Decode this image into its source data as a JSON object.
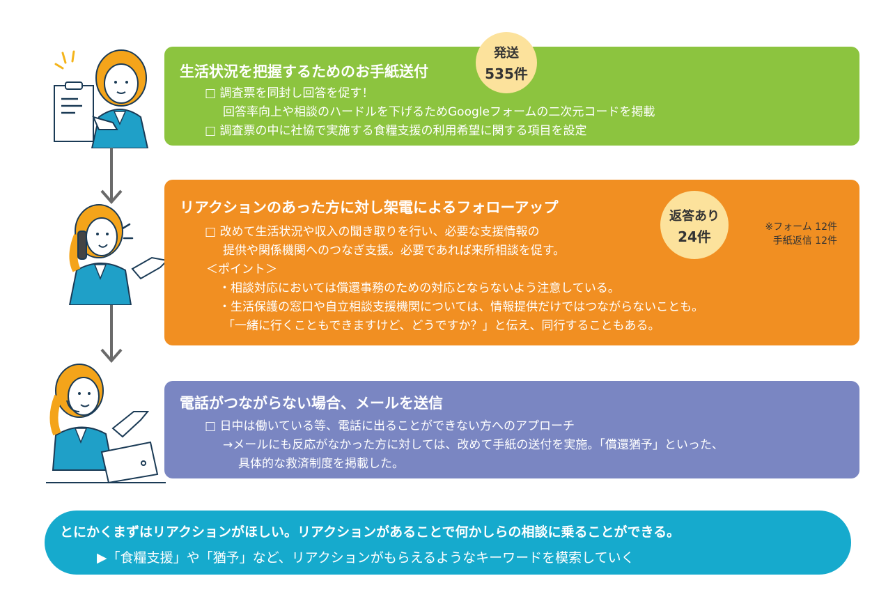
{
  "step1": {
    "title": "生活状況を把握するためのお手紙送付",
    "badge_top": "発送",
    "badge_bottom": "535件",
    "lines": [
      "□ 調査票を同封し回答を促す！",
      "回答率向上や相談のハードルを下げるためGoogleフォームの二次元コードを掲載",
      "□ 調査票の中に社協で実施する食糧支援の利用希望に関する項目を設定"
    ],
    "color": "#8cc43f"
  },
  "step2": {
    "title": "リアクションのあった方に対し架電によるフォローアップ",
    "badge_top": "返答あり",
    "badge_bottom": "24件",
    "note_line1": "※フォーム 12件",
    "note_line2": "手紙返信 12件",
    "lines": [
      "□ 改めて生活状況や収入の聞き取りを行い、必要な支援情報の",
      "提供や関係機関へのつなぎ支援。必要であれば来所相談を促す。",
      "＜ポイント＞",
      "・相談対応においては償還事務のための対応とならないよう注意している。",
      "・生活保護の窓口や自立相談支援機関については、情報提供だけではつながらないことも。",
      "「一緒に行くこともできますけど、どうですか？」と伝え、同行することもある。"
    ],
    "color": "#f18f22"
  },
  "step3": {
    "title": "電話がつながらない場合、メールを送信",
    "lines": [
      "□ 日中は働いている等、電話に出ることができない方へのアプローチ",
      "→メールにも反応がなかった方に対しては、改めて手紙の送付を実施。「償還猶予」といった、",
      "具体的な救済制度を掲載した。"
    ],
    "color": "#7a86c2"
  },
  "summary": {
    "line1": "とにかくまずはリアクションがほしい。リアクションがあることで何かしらの相談に乗ることができる。",
    "line2": "▶「食糧支援」や「猶予」など、リアクションがもらえるようなキーワードを模索していく",
    "color": "#16aacd"
  }
}
